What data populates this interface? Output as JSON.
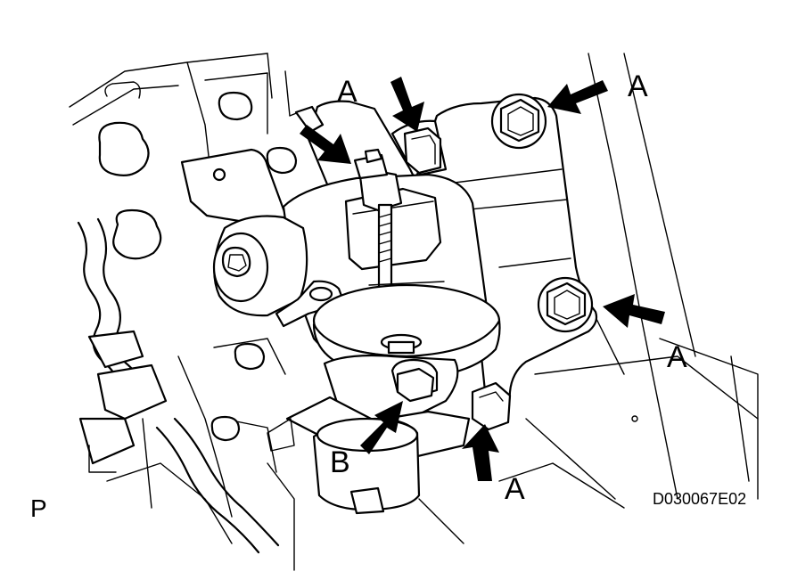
{
  "labels": {
    "a1": "A",
    "a2": "A",
    "a3": "A",
    "a4": "A",
    "b": "B",
    "corner_letter": "P",
    "figure_code": "D030067E02"
  },
  "colors": {
    "ink": "#000000",
    "paper": "#ffffff"
  }
}
